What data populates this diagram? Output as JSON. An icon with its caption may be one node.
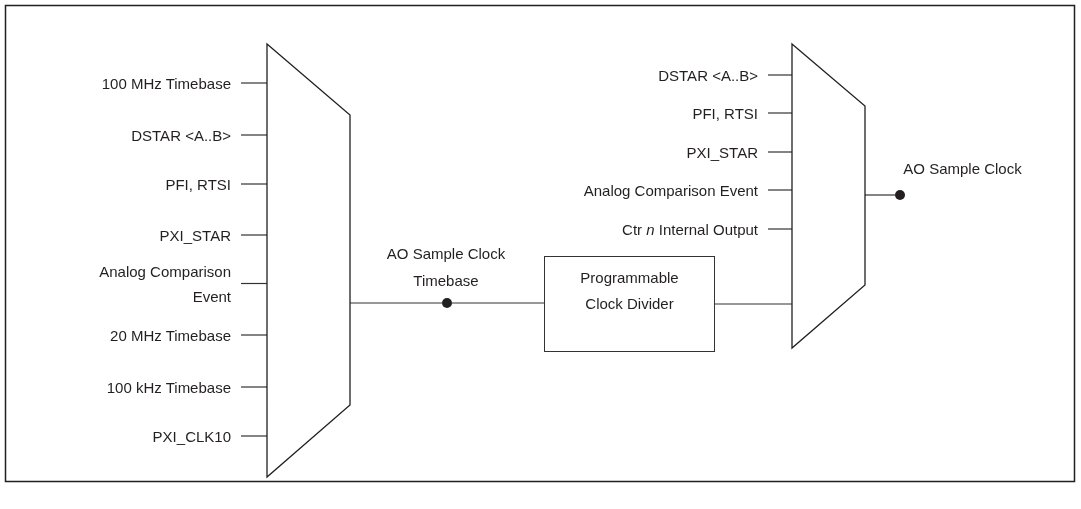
{
  "diagram": {
    "nodes": [
      {
        "text": [
          "100 MHz Timebase"
        ]
      },
      {
        "text": [
          "DSTAR <A..B>"
        ]
      },
      {
        "text": [
          "PFI, RTSI"
        ]
      },
      {
        "text": [
          "PXI_STAR"
        ]
      },
      {
        "text": [
          "Analog Comparison Event"
        ]
      },
      {
        "text": [
          "20 MHz Timebase"
        ]
      },
      {
        "text": [
          "100 kHz Timebase"
        ]
      },
      {
        "text": [
          "PXI_CLK10"
        ]
      },
      {
        "text": [],
        "shape": "trapezoid"
      },
      {
        "text": [],
        "shape": "circle",
        "beside": [
          "AO Sample Clock Timebase"
        ]
      },
      {
        "text": [
          "Programmable Clock Divider"
        ]
      },
      {
        "text": [
          "DSTAR <A..B>"
        ]
      },
      {
        "text": [
          "PFI, RTSI"
        ]
      },
      {
        "text": [
          "PXI_STAR"
        ]
      },
      {
        "text": [
          "Analog Comparison Event"
        ]
      },
      {
        "text": [
          "Ctr *n* Internal Output"
        ]
      },
      {
        "text": [],
        "shape": "trapezoid"
      },
      {
        "text": [],
        "shape": "circle",
        "beside": [
          "AO Sample Clock"
        ]
      }
    ],
    "edges": [
      {
        "from": 0,
        "to": 8,
        "arrow": "none"
      },
      {
        "from": 1,
        "to": 8,
        "arrow": "none"
      },
      {
        "from": 2,
        "to": 8,
        "arrow": "none"
      },
      {
        "from": 3,
        "to": 8,
        "arrow": "none"
      },
      {
        "from": 4,
        "to": 8,
        "arrow": "none"
      },
      {
        "from": 5,
        "to": 8,
        "arrow": "none"
      },
      {
        "from": 6,
        "to": 8,
        "arrow": "none"
      },
      {
        "from": 7,
        "to": 8,
        "arrow": "none"
      },
      {
        "from": 8,
        "to": 9,
        "arrow": "none"
      },
      {
        "from": 9,
        "to": 10,
        "arrow": "none"
      },
      {
        "from": 10,
        "to": 16,
        "arrow": "none"
      },
      {
        "from": 11,
        "to": 16,
        "arrow": "none"
      },
      {
        "from": 12,
        "to": 16,
        "arrow": "none"
      },
      {
        "from": 13,
        "to": 16,
        "arrow": "none"
      },
      {
        "from": 14,
        "to": 16,
        "arrow": "none"
      },
      {
        "from": 15,
        "to": 16,
        "arrow": "none"
      },
      {
        "from": 16,
        "to": 17,
        "arrow": "none"
      }
    ]
  }
}
